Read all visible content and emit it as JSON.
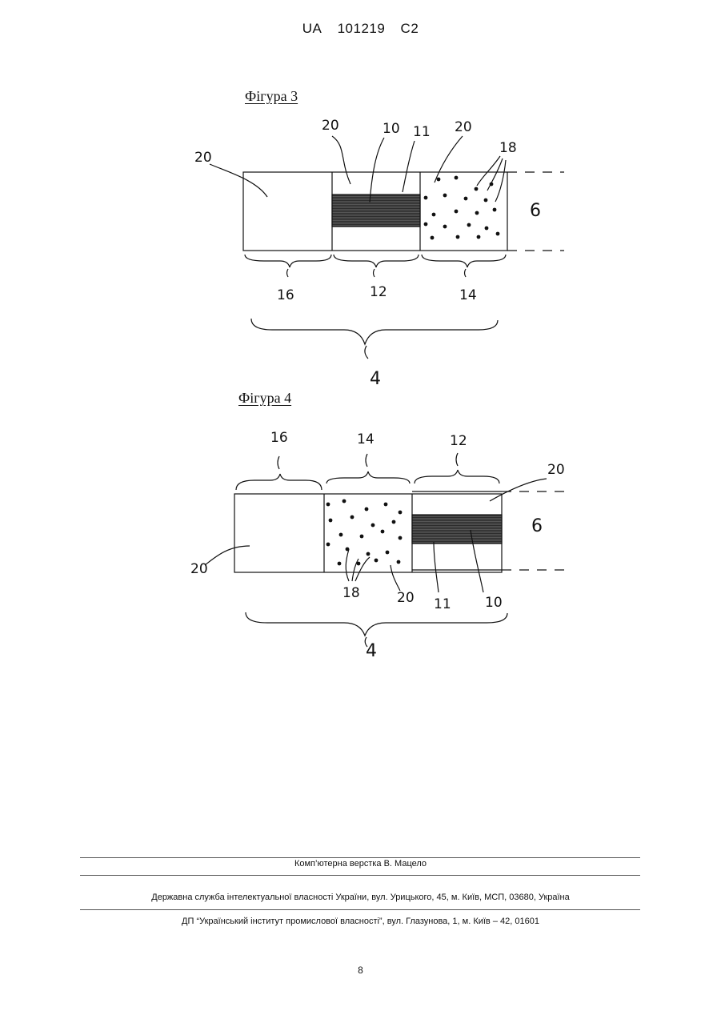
{
  "header": {
    "country": "UA",
    "number": "101219",
    "kind": "C2"
  },
  "figure3": {
    "title": "Фігура 3",
    "labels": {
      "l20a": "20",
      "l20b": "20",
      "l20c": "20",
      "l10": "10",
      "l11": "11",
      "l18": "18",
      "l6": "6",
      "l16": "16",
      "l12": "12",
      "l14": "14",
      "l4": "4"
    }
  },
  "figure4": {
    "title": "Фігура 4",
    "labels": {
      "l16": "16",
      "l14": "14",
      "l12": "12",
      "l20a": "20",
      "l20b": "20",
      "l20c": "20",
      "l6": "6",
      "l18": "18",
      "l11": "11",
      "l10": "10",
      "l4": "4"
    }
  },
  "footer": {
    "layout_credit": "Комп’ютерна верстка В. Мацело",
    "agency": "Державна служба інтелектуальної власності України, вул. Урицького, 45, м. Київ, МСП, 03680, Україна",
    "institute": "ДП “Український інститут промислової власності”, вул. Глазунова, 1, м. Київ – 42, 01601"
  },
  "page_number": "8"
}
